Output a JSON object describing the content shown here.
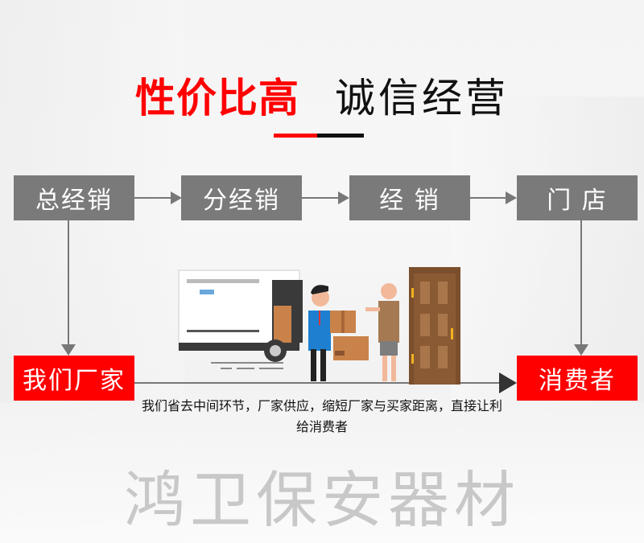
{
  "headline": {
    "highlight": "性价比高",
    "text": "诚信经营"
  },
  "flow": {
    "top_boxes": [
      {
        "label": "总经销"
      },
      {
        "label": "分经销"
      },
      {
        "label": "经 销"
      },
      {
        "label": "门 店"
      }
    ],
    "factory": {
      "label": "我们厂家"
    },
    "consumer": {
      "label": "消费者"
    },
    "description": "我们省去中间环节，厂家供应，缩短厂家与买家距离，直接让利给消费者"
  },
  "brand": {
    "name": "鸿卫保安器材"
  },
  "colors": {
    "accent": "#ff0000",
    "box_gray": "#7a7a7a",
    "line_gray": "#777777",
    "watermark": "#c8c8c8"
  }
}
